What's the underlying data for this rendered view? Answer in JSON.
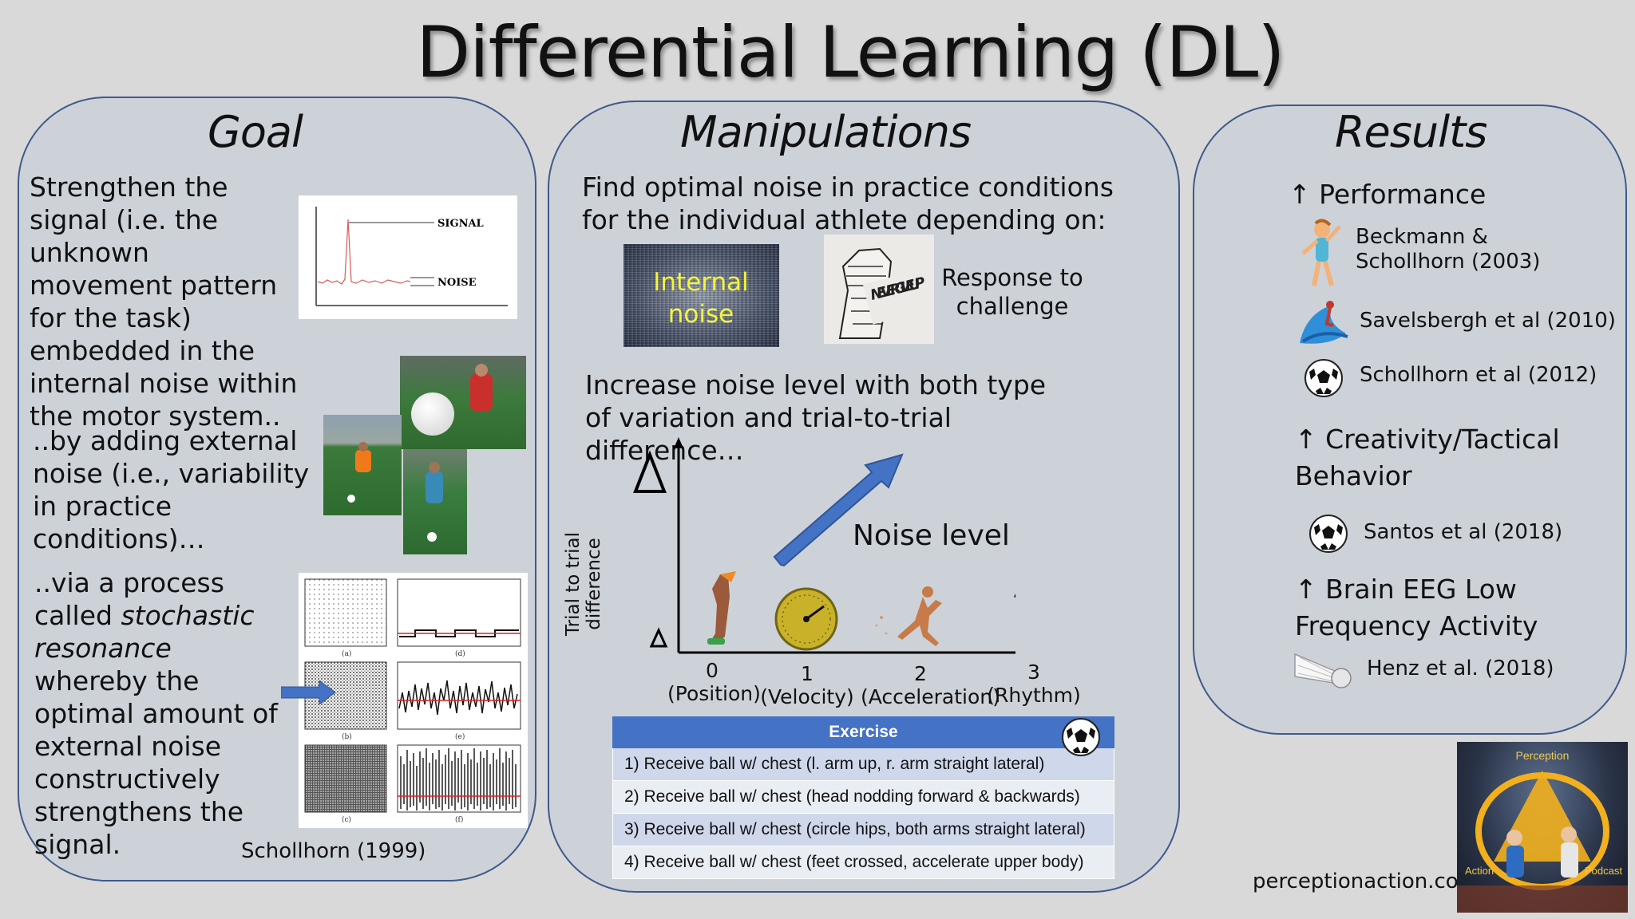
{
  "title": "Differential Learning (DL)",
  "goal": {
    "heading": "Goal",
    "para1": "Strengthen the signal (i.e. the unknown movement pattern for the task) embedded in the internal noise within the motor system..",
    "para2": "..by adding external noise (i.e., variability in practice conditions)…",
    "para3_a": "..via a process called ",
    "para3_em": "stochastic resonance",
    "para3_b": " whereby the optimal amount of external noise constructively strengthens the signal.",
    "signal_label": "SIGNAL",
    "noise_label": "NOISE",
    "sr_panel_labels": [
      "(a)",
      "(d)",
      "(b)",
      "(e)",
      "(c)",
      "(f)"
    ],
    "citation": "Schollhorn (1999)"
  },
  "manipulations": {
    "heading": "Manipulations",
    "intro": "Find optimal noise in practice conditions for the individual athlete depending on:",
    "internal_noise_label": "Internal noise",
    "never_give_up": "NEVER GIVE UP",
    "response_label": "Response to challenge",
    "increase_text": "Increase noise level with both type of variation and trial-to-trial difference…",
    "y_axis_label": "Trial to trial difference",
    "noise_level_label": "Noise level",
    "x_levels": [
      {
        "num": "0",
        "name": "(Position)"
      },
      {
        "num": "1",
        "name": "(Velocity)"
      },
      {
        "num": "2",
        "name": "(Acceleration)"
      },
      {
        "num": "3",
        "name": "(Rhythm)"
      }
    ],
    "exercise": {
      "header": "Exercise",
      "rows": [
        "1) Receive ball w/ chest (l. arm up, r. arm straight lateral)",
        "2) Receive ball w/ chest (head nodding forward & backwards)",
        "3) Receive ball w/ chest (circle hips, both arms straight lateral)",
        "4) Receive ball w/ chest (feet crossed, accelerate upper body)"
      ]
    }
  },
  "results": {
    "heading": "Results",
    "arrow": "↑",
    "sections": [
      {
        "head": "Performance",
        "items": [
          {
            "icon": "gymnast-icon",
            "text": "Beckmann & Schollhorn (2003)"
          },
          {
            "icon": "surfer-icon",
            "text": "Savelsbergh et al (2010)"
          },
          {
            "icon": "soccer-ball-icon",
            "text": "Schollhorn et al (2012)"
          }
        ]
      },
      {
        "head": "Creativity/Tactical Behavior",
        "items": [
          {
            "icon": "soccer-ball-icon",
            "text": "Santos et al (2018)"
          }
        ]
      },
      {
        "head": "Brain EEG Low Frequency Activity",
        "items": [
          {
            "icon": "shuttlecock-icon",
            "text": "Henz et al. (2018)"
          }
        ]
      }
    ]
  },
  "footer": {
    "website": "perceptionaction.com",
    "logo_top": "Perception",
    "logo_left": "Action",
    "logo_right": "Podcast"
  },
  "colors": {
    "panel_fill": "#cdd2d9",
    "panel_border": "#3e5a8c",
    "arrow_blue": "#4472c4",
    "table_header": "#4472c4",
    "internal_noise_text": "#f5f53a"
  }
}
